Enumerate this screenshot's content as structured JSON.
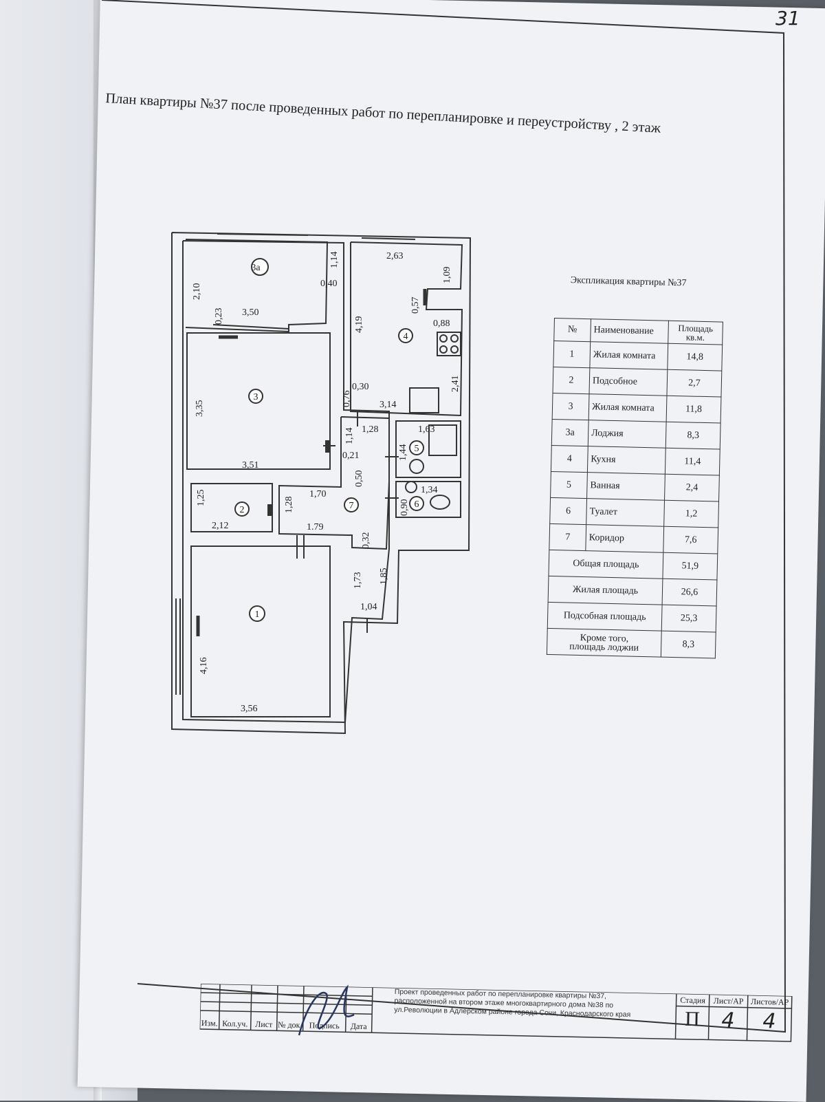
{
  "page_number": "31",
  "title": "План квартиры №37 после проведенных работ по перепланировке и переустройству , 2 этаж",
  "plan": {
    "room_labels": [
      "1",
      "2",
      "3",
      "3а",
      "4",
      "5",
      "6",
      "7"
    ],
    "dimensions": [
      "2,10",
      "1,14",
      "0,40",
      "0,23",
      "3,50",
      "2,63",
      "1,09",
      "0,57",
      "4,19",
      "0,88",
      "3,35",
      "0,76",
      "0,30",
      "2,41",
      "3,14",
      "1,28",
      "1,14",
      "0,21",
      "1,44",
      "1,63",
      "3,51",
      "0,50",
      "1,70",
      "1,34",
      "1,25",
      "1,28",
      "0,90",
      "2,12",
      "1.79",
      "0,32",
      "1,73",
      "1,85",
      "1,04",
      "4,16",
      "3,56"
    ]
  },
  "explication": {
    "title": "Экспликация квартиры №37",
    "headers": {
      "num": "№",
      "name": "Наименование",
      "area_1": "Площадь",
      "area_2": "кв.м."
    },
    "rows": [
      {
        "num": "1",
        "name": "Жилая комната",
        "area": "14,8"
      },
      {
        "num": "2",
        "name": "Подсобное",
        "area": "2,7"
      },
      {
        "num": "3",
        "name": "Жилая комната",
        "area": "11,8"
      },
      {
        "num": "3а",
        "name": "Лоджия",
        "area": "8,3"
      },
      {
        "num": "4",
        "name": "Кухня",
        "area": "11,4"
      },
      {
        "num": "5",
        "name": "Ванная",
        "area": "2,4"
      },
      {
        "num": "6",
        "name": "Туалет",
        "area": "1,2"
      },
      {
        "num": "7",
        "name": "Коридор",
        "area": "7,6"
      }
    ],
    "totals": [
      {
        "label": "Общая площадь",
        "value": "51,9"
      },
      {
        "label": "Жилая площадь",
        "value": "26,6"
      },
      {
        "label": "Подсобная площадь",
        "value": "25,3"
      },
      {
        "label_1": "Кроме того,",
        "label_2": "площадь лоджии",
        "value": "8,3"
      }
    ]
  },
  "title_block": {
    "columns": [
      "Изм.",
      "Кол.уч.",
      "Лист",
      "№ док.",
      "Подпись",
      "Дата"
    ],
    "description": "Проект проведенных работ по перепланировке квартиры №37, расположенной на втором этаже многоквартирного дома №38 по ул.Революции в Адлерском районе города Сочи, Краснодарского края",
    "stage_label": "Стадия",
    "sheet_label": "Лист/АР",
    "sheets_label": "Листов/АР",
    "stage_value": "П",
    "sheet_value": "4",
    "sheets_value": "4"
  }
}
